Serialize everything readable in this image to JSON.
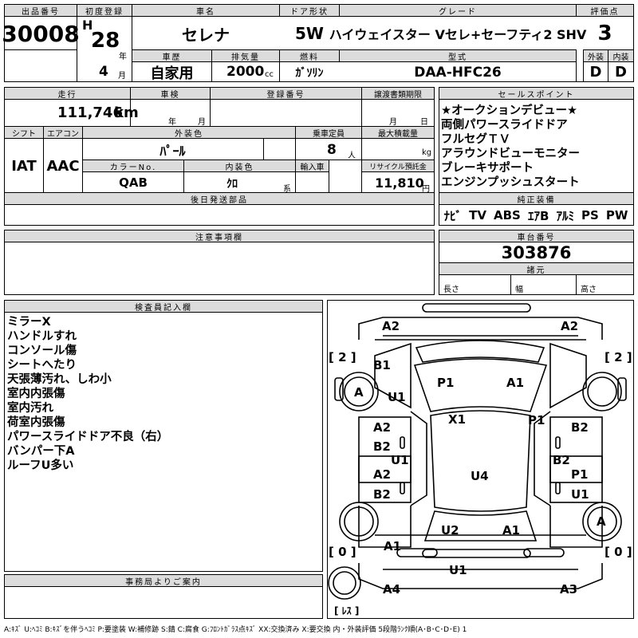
{
  "head": {
    "lot_label": "出品番号",
    "lot": "30008",
    "first_reg_label": "初度登録",
    "era": "H",
    "year": "28",
    "year_unit": "年",
    "month": "4",
    "month_unit": "月",
    "car_name_label": "車名",
    "car_name": "セレナ",
    "door_label": "ドア形状",
    "door": "5W",
    "grade_label": "グレード",
    "grade": "ハイウェイスター Vセレ+セーフティ2 SHV",
    "score_label": "評価点",
    "score": "3",
    "history_label": "車歴",
    "history": "自家用",
    "displacement_label": "排気量",
    "displacement": "2000",
    "displacement_unit": "cc",
    "fuel_label": "燃料",
    "fuel": "ｶﾞｿﾘﾝ",
    "model_label": "型式",
    "model": "DAA-HFC26",
    "exterior_label": "外装",
    "exterior": "D",
    "interior_label": "内装",
    "interior": "D"
  },
  "row2": {
    "mileage_label": "走行",
    "mileage": "111,746",
    "mileage_unit": "km",
    "inspection_label": "車検",
    "insp_year_unit": "年",
    "insp_month_unit": "月",
    "regno_label": "登録番号",
    "transfer_label": "譲渡書類期限",
    "transfer_month_unit": "月",
    "transfer_day_unit": "日",
    "shift_label": "シフト",
    "shift": "IAT",
    "ac_label": "エアコン",
    "ac": "AAC",
    "color_label": "外装色",
    "color": "ﾊﾟｰﾙ",
    "capacity_label": "乗車定員",
    "capacity": "8",
    "capacity_unit": "人",
    "load_label": "最大積載量",
    "load_unit": "kg",
    "colorno_label": "カラーNo.",
    "colorno": "QAB",
    "intcolor_label": "内装色",
    "intcolor": "ｸﾛ",
    "intcolor_unit": "系",
    "import_label": "輸入車",
    "recycle_label": "リサイクル預託金",
    "recycle": "11,810",
    "recycle_unit": "円",
    "later_label": "後日発送部品"
  },
  "sales": {
    "label": "セールスポイント",
    "lines": [
      "★オークションデビュー★",
      "両側パワースライドドア",
      "フルセグＴＶ",
      "アラウンドビューモニター",
      "ブレーキサポート",
      "エンジンプッシュスタート"
    ]
  },
  "equip": {
    "label": "純正装備",
    "items": [
      "ﾅﾋﾞ",
      "TV",
      "ABS",
      "ｴｱB",
      "ｱﾙﾐ",
      "PS",
      "PW"
    ]
  },
  "notes_label": "注意事項欄",
  "chassis": {
    "label": "車台番号",
    "number": "303876",
    "spec_label": "諸元",
    "length": "長さ",
    "width": "幅",
    "height": "高さ"
  },
  "inspector": {
    "label": "検査員記入欄",
    "lines": [
      "ミラーX",
      "ハンドルすれ",
      "コンソール傷",
      "シートへたり",
      "天張薄汚れ、しわ小",
      "室内内張傷",
      "室内汚れ",
      "荷室内張傷",
      "パワースライドドア不良（右）",
      "バンパー下A",
      "ルーフU多い"
    ]
  },
  "office_label": "事務局よりご案内",
  "diagram": {
    "marks": [
      "A2",
      "A2",
      "B1",
      "A",
      "U1",
      "P1",
      "A1",
      "X1",
      "P1",
      "A2",
      "B2",
      "U1",
      "B2",
      "B2",
      "A2",
      "B2",
      "U4",
      "P1",
      "U1",
      "A",
      "U2",
      "A1",
      "A1",
      "U1",
      "A4",
      "A3"
    ],
    "tires": [
      "[ 2 ]",
      "[ 2 ]",
      "[ 0 ]",
      "[ 0 ]",
      "[ ﾚｽ ]"
    ]
  },
  "legend": "A:ｷｽﾞ U:ﾍｺﾐ B:ｷｽﾞを伴うﾍｺﾐ P:要塗装 W:補修跡 S:錆 C:腐食 G:ﾌﾛﾝﾄｶﾞﾗｽ点ｷｽﾞ XX:交換済み X:要交換 内・外装評価 5段階ﾗﾝｸ順(A･B･C･D･E) 1"
}
